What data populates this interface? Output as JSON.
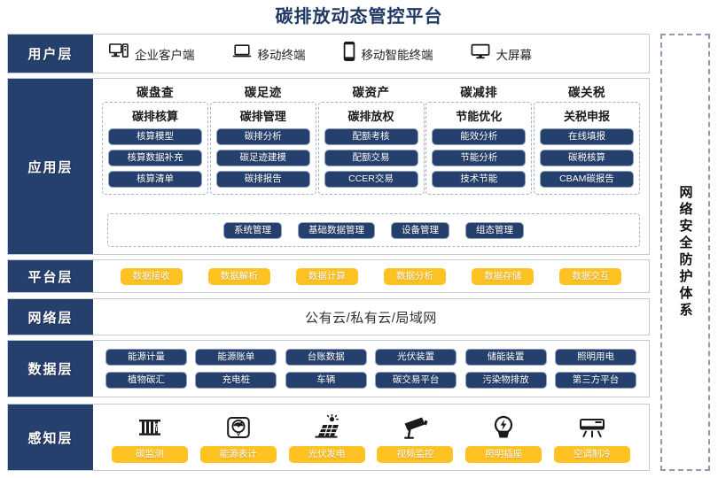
{
  "title": "碳排放动态管控平台",
  "colors": {
    "navy": "#26406E",
    "yellow": "#FFC222",
    "title": "#1F3864",
    "border": "#c3cbd8",
    "dashed": "#a9b2c2"
  },
  "user_layer": {
    "label": "用户层",
    "items": [
      {
        "icon": "desktop-tower-icon",
        "text": "企业客户端"
      },
      {
        "icon": "laptop-icon",
        "text": "移动终端"
      },
      {
        "icon": "smartphone-icon",
        "text": "移动智能终端"
      },
      {
        "icon": "monitor-icon",
        "text": "大屏幕"
      }
    ]
  },
  "app_layer": {
    "label": "应用层",
    "groups": [
      {
        "title": "碳盘查",
        "subtitle": "碳排核算",
        "items": [
          "核算模型",
          "核算数据补充",
          "核算清单"
        ]
      },
      {
        "title": "碳足迹",
        "subtitle": "碳排管理",
        "items": [
          "碳排分析",
          "碳足迹建模",
          "碳排报告"
        ]
      },
      {
        "title": "碳资产",
        "subtitle": "碳排放权",
        "items": [
          "配额考核",
          "配额交易",
          "CCER交易"
        ]
      },
      {
        "title": "碳减排",
        "subtitle": "节能优化",
        "items": [
          "能效分析",
          "节能分析",
          "技术节能"
        ]
      },
      {
        "title": "碳关税",
        "subtitle": "关税申报",
        "items": [
          "在线填报",
          "碳税核算",
          "CBAM碳报告"
        ]
      }
    ],
    "management": [
      "系统管理",
      "基础数据管理",
      "设备管理",
      "组态管理"
    ]
  },
  "platform_layer": {
    "label": "平台层",
    "items": [
      "数据接收",
      "数据解析",
      "数据计算",
      "数据分析",
      "数据存储",
      "数据交互"
    ]
  },
  "network_layer": {
    "label": "网络层",
    "text": "公有云/私有云/局域网"
  },
  "data_layer": {
    "label": "数据层",
    "rows": [
      [
        "能源计量",
        "能源账单",
        "台账数据",
        "光伏装置",
        "储能装置",
        "照明用电"
      ],
      [
        "植物碳汇",
        "充电桩",
        "车辆",
        "碳交易平台",
        "污染物排放",
        "第三方平台"
      ]
    ]
  },
  "sense_layer": {
    "label": "感知层",
    "items": [
      {
        "icon": "carbon-sensor-icon",
        "text": "碳监测"
      },
      {
        "icon": "energy-meter-icon",
        "text": "能源表计"
      },
      {
        "icon": "solar-panel-icon",
        "text": "光伏发电"
      },
      {
        "icon": "cctv-camera-icon",
        "text": "视频监控"
      },
      {
        "icon": "light-bulb-icon",
        "text": "照明插座"
      },
      {
        "icon": "air-conditioner-icon",
        "text": "空调制冷"
      }
    ]
  },
  "security": {
    "label": "网络安全防护体系"
  }
}
